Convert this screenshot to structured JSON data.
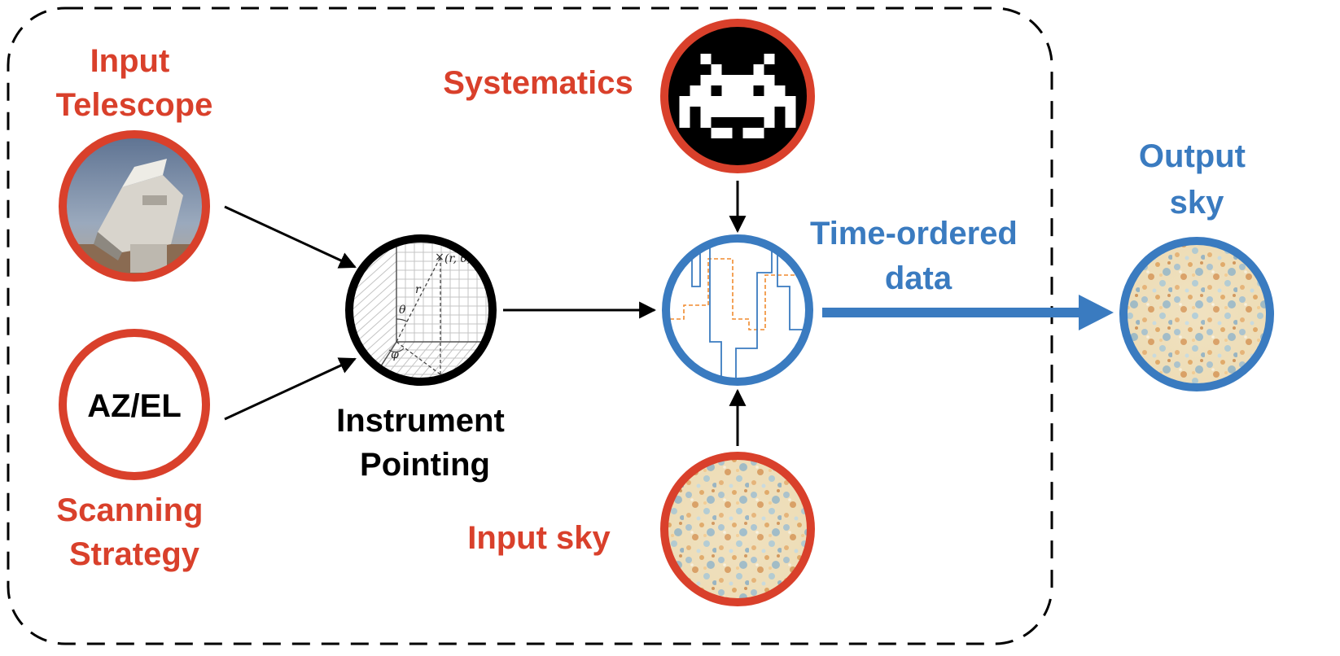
{
  "colors": {
    "red": "#D9402B",
    "blue": "#3A7BC0",
    "black": "#000000",
    "grid": "#bdbdbd"
  },
  "labels": {
    "input_telescope": [
      "Input",
      "Telescope"
    ],
    "scanning_strategy": [
      "Scanning",
      "Strategy"
    ],
    "azel": "AZ/EL",
    "instrument_pointing": [
      "Instrument",
      "Pointing"
    ],
    "systematics": "Systematics",
    "tod": [
      "Time-ordered",
      "data"
    ],
    "input_sky": "Input sky",
    "output_sky": [
      "Output",
      "sky"
    ]
  },
  "pointing_figure": {
    "point_label": "(r, θ, φ)",
    "r_label": "r",
    "theta_label": "θ",
    "phi_label": "φ"
  },
  "icons": {
    "telescope": "telescope-photo-icon",
    "systematics": "space-invader-icon",
    "tod": "timestream-plot-icon",
    "sky": "cmb-sky-map-icon"
  }
}
